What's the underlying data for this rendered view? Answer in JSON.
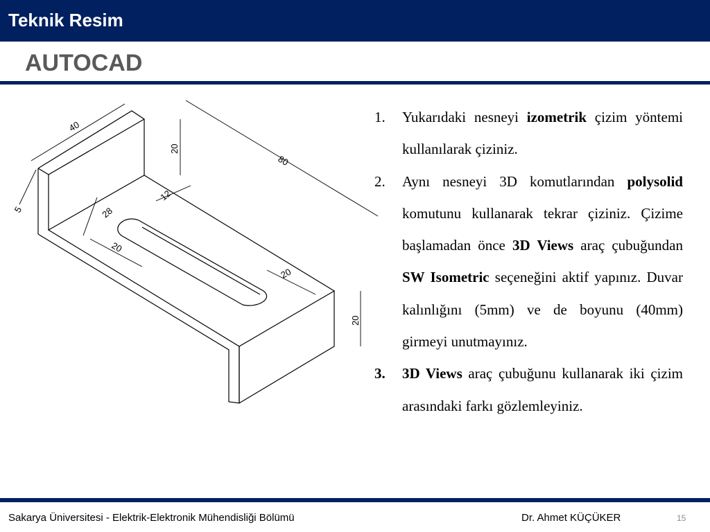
{
  "header": {
    "title": "Teknik Resim"
  },
  "slide": {
    "title": "AUTOCAD"
  },
  "drawing": {
    "dimensions": {
      "d40": "40",
      "d80": "80",
      "d20_top": "20",
      "d5": "5",
      "d28": "28",
      "d12": "12",
      "d20_slot": "20",
      "d20_end": "20",
      "d20_right": "20"
    }
  },
  "steps": [
    {
      "num": "1.",
      "segments": [
        {
          "text": "Yukarıdaki nesneyi "
        },
        {
          "text": "izometrik",
          "bold": true
        },
        {
          "text": " çizim yöntemi kullanılarak çiziniz."
        }
      ]
    },
    {
      "num": "2.",
      "segments": [
        {
          "text": "Aynı nesneyi 3D komutlarından "
        },
        {
          "text": "polysolid",
          "bold": true
        },
        {
          "text": " komutunu kullanarak tekrar çiziniz. Çizime başlamadan önce "
        },
        {
          "text": "3D Views",
          "bold": true
        },
        {
          "text": " araç çubuğundan "
        },
        {
          "text": "SW Isometric",
          "bold": true
        },
        {
          "text": " seçeneğini aktif yapınız. Duvar kalınlığını (5mm) ve de boyunu (40mm) girmeyi unutmayınız."
        }
      ]
    },
    {
      "num": "3.",
      "num_bold": true,
      "segments": [
        {
          "text": "3D Views",
          "bold": true
        },
        {
          "text": " araç çubuğunu kullanarak iki çizim arasındaki farkı gözlemleyiniz."
        }
      ]
    }
  ],
  "footer": {
    "institution": "Sakarya Üniversitesi  - Elektrik-Elektronik Mühendisliği Bölümü",
    "author": "Dr. Ahmet KÜÇÜKER",
    "page": "15"
  }
}
